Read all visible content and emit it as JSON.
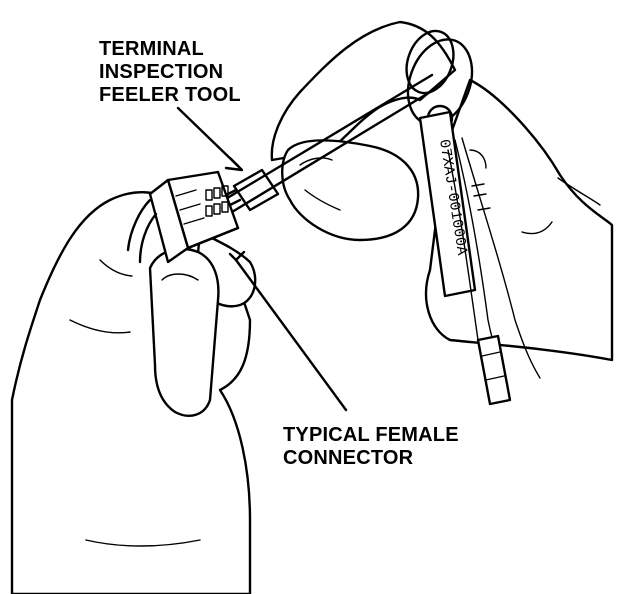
{
  "labels": {
    "tool": [
      "TERMINAL",
      "INSPECTION",
      "FEELER TOOL"
    ],
    "connector": [
      "TYPICAL FEMALE",
      "CONNECTOR"
    ]
  },
  "tag_text": "07XAJ-001000A"
}
